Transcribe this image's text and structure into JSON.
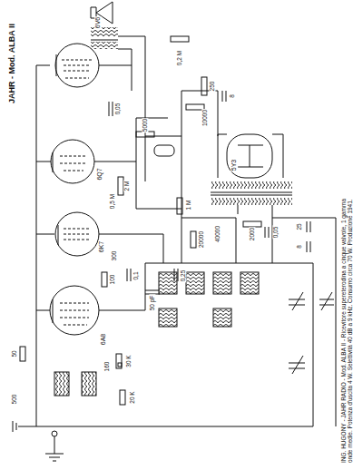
{
  "diagram": {
    "title": "JAHR - Mod. ALBA II",
    "caption": "ING. HUGONY - JAHR RADIO - Mod. ALBA II - Ricevitore supereterodina a cinque valvole, 1 gamma onde medie. Potenza d'uscita 4 W. Selettività 40 dB a 9 kHz. Consumo circa 70 W. Produzione 1941.",
    "labels": [
      "6V6",
      "6Q7",
      "6K7",
      "6A8",
      "5Y3",
      "0,2 M",
      "250",
      "10000",
      "8",
      "0,05",
      "2 M",
      "5000",
      "1 M",
      "0,5 M",
      "100",
      "300",
      "0,1",
      "0,25",
      "50 pF",
      "20000",
      "40000",
      "2000",
      "0,05",
      "25",
      "8",
      "30 K",
      "20 K",
      "50",
      "500",
      "160"
    ]
  }
}
